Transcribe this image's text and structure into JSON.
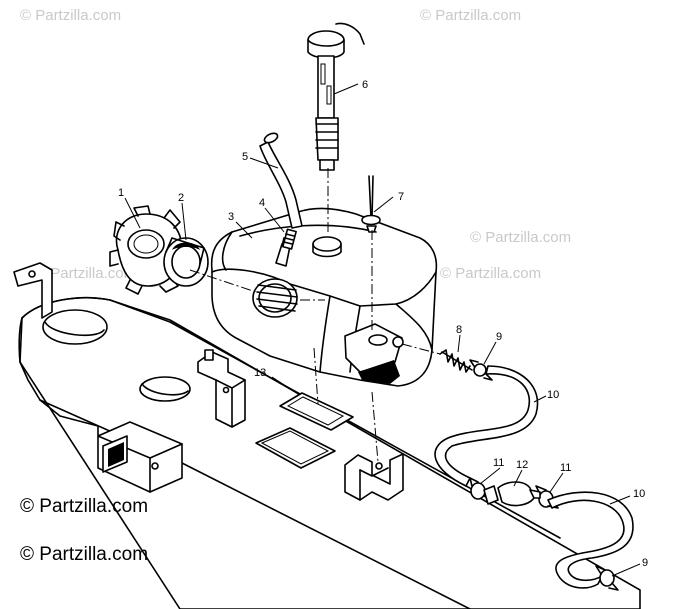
{
  "watermark": {
    "text": "© Partzilla.com"
  },
  "brand": {
    "text": "© Partzilla.com"
  },
  "callouts": {
    "c1": "1",
    "c2": "2",
    "c3": "3",
    "c4": "4",
    "c5": "5",
    "c6": "6",
    "c7": "7",
    "c8": "8",
    "c9a": "9",
    "c9b": "9",
    "c10a": "10",
    "c10b": "10",
    "c11a": "11",
    "c11b": "11",
    "c12": "12",
    "c13": "13"
  }
}
